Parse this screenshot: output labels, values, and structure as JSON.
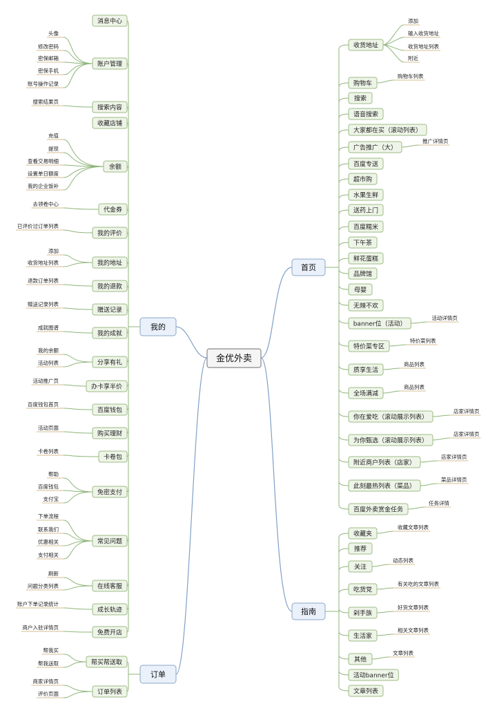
{
  "root": "金优外卖",
  "branches": {
    "mine": {
      "label": "我的",
      "children": [
        {
          "label": "消息中心",
          "leaves": []
        },
        {
          "label": "账户管理",
          "leaves": [
            "头像",
            "修改密码",
            "密保邮箱",
            "密保手机",
            "账号操作记录"
          ]
        },
        {
          "label": "搜索内容",
          "leaves": [
            "搜索结果页"
          ]
        },
        {
          "label": "收藏店铺",
          "leaves": []
        },
        {
          "label": "余额",
          "leaves": [
            "充值",
            "提现",
            "查看交易明细",
            "设置单日额度",
            "我的企业饭补"
          ]
        },
        {
          "label": "代金券",
          "leaves": [
            "去领卷中心"
          ]
        },
        {
          "label": "我的评价",
          "leaves": [
            "已评价过订单列表"
          ]
        },
        {
          "label": "我的地址",
          "leaves": [
            "添加",
            "收货地址列表"
          ]
        },
        {
          "label": "我的退款",
          "leaves": [
            "退款订单列表"
          ]
        },
        {
          "label": "赠送记录",
          "leaves": [
            "赠送记录列表"
          ]
        },
        {
          "label": "我的成就",
          "leaves": [
            "成就图谱"
          ]
        },
        {
          "label": "分享有礼",
          "leaves": [
            "我的余额",
            "活动列表"
          ]
        },
        {
          "label": "办卡享半价",
          "leaves": [
            "活动推广页"
          ]
        },
        {
          "label": "百度钱包",
          "leaves": [
            "百度钱包首页"
          ]
        },
        {
          "label": "购买理财",
          "leaves": [
            "活动页面"
          ]
        },
        {
          "label": "卡卷包",
          "leaves": [
            "卡卷列表"
          ]
        },
        {
          "label": "免密支付",
          "leaves": [
            "帮助",
            "百度钱包",
            "支付宝"
          ]
        },
        {
          "label": "常见问题",
          "leaves": [
            "下单流程",
            "联系我们",
            "优惠相关",
            "支付相关"
          ]
        },
        {
          "label": "在线客服",
          "leaves": [
            "刷新",
            "问题分类列表"
          ]
        },
        {
          "label": "成长轨迹",
          "leaves": [
            "账户下单记录统计"
          ]
        },
        {
          "label": "免费开店",
          "leaves": [
            "商户入驻详情页"
          ]
        }
      ]
    },
    "orders": {
      "label": "订单",
      "children": [
        {
          "label": "帮买帮送取",
          "leaves": [
            "帮我买",
            "帮我送取"
          ]
        },
        {
          "label": "订单列表",
          "leaves": [
            "商家详情页",
            "评价页面"
          ]
        }
      ]
    },
    "home": {
      "label": "首页",
      "children": [
        {
          "label": "收货地址",
          "leaves": [
            "添加",
            "输入收货地址",
            "收货地址列表",
            "附近"
          ]
        },
        {
          "label": "购物车",
          "leaves": [
            "购物车列表"
          ]
        },
        {
          "label": "搜索",
          "leaves": []
        },
        {
          "label": "语音搜索",
          "leaves": []
        },
        {
          "label": "大家都在买（滚动列表）",
          "leaves": []
        },
        {
          "label": "广告推广（大）",
          "leaves": [
            "推广详情页"
          ]
        },
        {
          "label": "百度专送",
          "leaves": []
        },
        {
          "label": "超市购",
          "leaves": []
        },
        {
          "label": "水果生鲜",
          "leaves": []
        },
        {
          "label": "送药上门",
          "leaves": []
        },
        {
          "label": "百度糯米",
          "leaves": []
        },
        {
          "label": "下午茶",
          "leaves": []
        },
        {
          "label": "鲜花蛋糕",
          "leaves": []
        },
        {
          "label": "品牌馆",
          "leaves": []
        },
        {
          "label": "母婴",
          "leaves": []
        },
        {
          "label": "无辣不欢",
          "leaves": []
        },
        {
          "label": "banner位（活动）",
          "leaves": [
            "活动详情页"
          ]
        },
        {
          "label": "特价菜专区",
          "leaves": [
            "特价菜列表"
          ]
        },
        {
          "label": "质享生活",
          "leaves": [
            "商品列表"
          ]
        },
        {
          "label": "全场满减",
          "leaves": [
            "商品列表"
          ]
        },
        {
          "label": "你在爱吃（滚动展示列表）",
          "leaves": [
            "店家详情页"
          ]
        },
        {
          "label": "为你甄选（滚动展示列表）",
          "leaves": [
            "店家详情页"
          ]
        },
        {
          "label": "附近商户列表（店家）",
          "leaves": [
            "店家详情页"
          ]
        },
        {
          "label": "此刻最热列表（菜品）",
          "leaves": [
            "菜品详情页"
          ]
        },
        {
          "label": "百度外卖赏金任务",
          "leaves": [
            "任务详情"
          ]
        }
      ]
    },
    "guide": {
      "label": "指南",
      "children": [
        {
          "label": "收藏夹",
          "leaves": [
            "收藏文章列表"
          ]
        },
        {
          "label": "推荐",
          "leaves": []
        },
        {
          "label": "关注",
          "leaves": [
            "动态列表"
          ]
        },
        {
          "label": "吃货党",
          "leaves": [
            "有关吃的文章列表"
          ]
        },
        {
          "label": "剁手族",
          "leaves": [
            "好货文章列表"
          ]
        },
        {
          "label": "生活家",
          "leaves": [
            "相关文章列表"
          ]
        },
        {
          "label": "其他",
          "leaves": [
            "文章列表"
          ]
        },
        {
          "label": "活动banner位",
          "leaves": []
        },
        {
          "label": "文章列表",
          "leaves": []
        }
      ]
    }
  }
}
